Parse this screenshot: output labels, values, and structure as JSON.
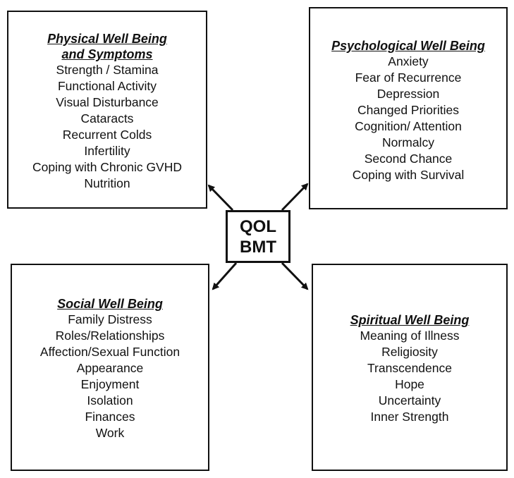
{
  "center": {
    "line1": "QOL",
    "line2": "BMT"
  },
  "physical": {
    "title_line1": "Physical Well Being",
    "title_line2": "and Symptoms",
    "items": [
      "Strength / Stamina",
      "Functional Activity",
      "Visual Disturbance",
      "Cataracts",
      "Recurrent Colds",
      "Infertility",
      "Coping with Chronic GVHD",
      "Nutrition"
    ]
  },
  "psychological": {
    "title": "Psychological Well Being",
    "items": [
      "Anxiety",
      "Fear of Recurrence",
      "Depression",
      "Changed Priorities",
      "Cognition/ Attention",
      "Normalcy",
      "Second Chance",
      "Coping with Survival"
    ]
  },
  "social": {
    "title": "Social Well Being",
    "items": [
      "Family Distress",
      "Roles/Relationships",
      "Affection/Sexual Function",
      "Appearance",
      "Enjoyment",
      "Isolation",
      "Finances",
      "Work"
    ]
  },
  "spiritual": {
    "title": "Spiritual Well Being",
    "items": [
      "Meaning of Illness",
      "Religiosity",
      "Transcendence",
      "Hope",
      "Uncertainty",
      "Inner Strength"
    ]
  }
}
